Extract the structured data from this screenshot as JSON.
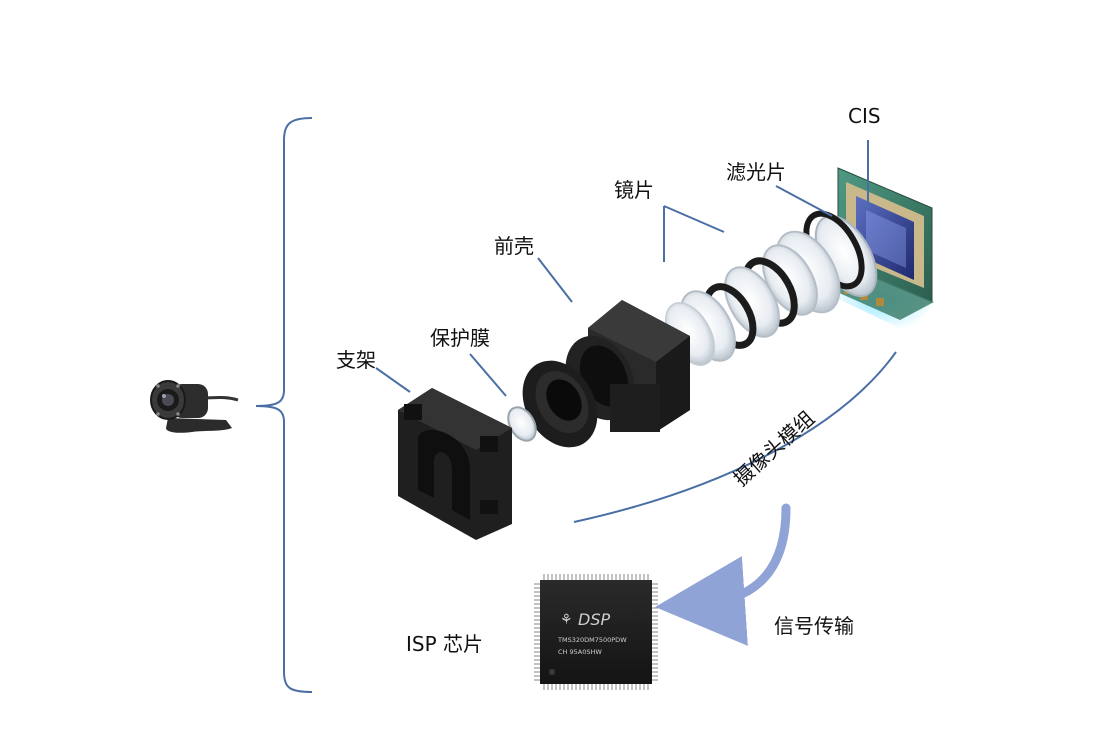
{
  "labels": {
    "cis": "CIS",
    "filter": "滤光片",
    "lens": "镜片",
    "front_shell": "前壳",
    "protective_film": "保护膜",
    "bracket": "支架",
    "camera_module": "摄像头模组",
    "signal_transmission": "信号传输",
    "isp_chip": "ISP 芯片"
  },
  "chip": {
    "brand": "DSP",
    "line1": "TMS320DM7500PDW",
    "line2": "CH 95A0SHW"
  },
  "colors": {
    "leader_line": "#4a6fa5",
    "bracket_line": "#4a6fa5",
    "arrow": "#8fa3d6",
    "part_black": "#1c1c1c",
    "pcb_green": "#3e7f6c",
    "sensor_blue": "#2b3a8c"
  }
}
